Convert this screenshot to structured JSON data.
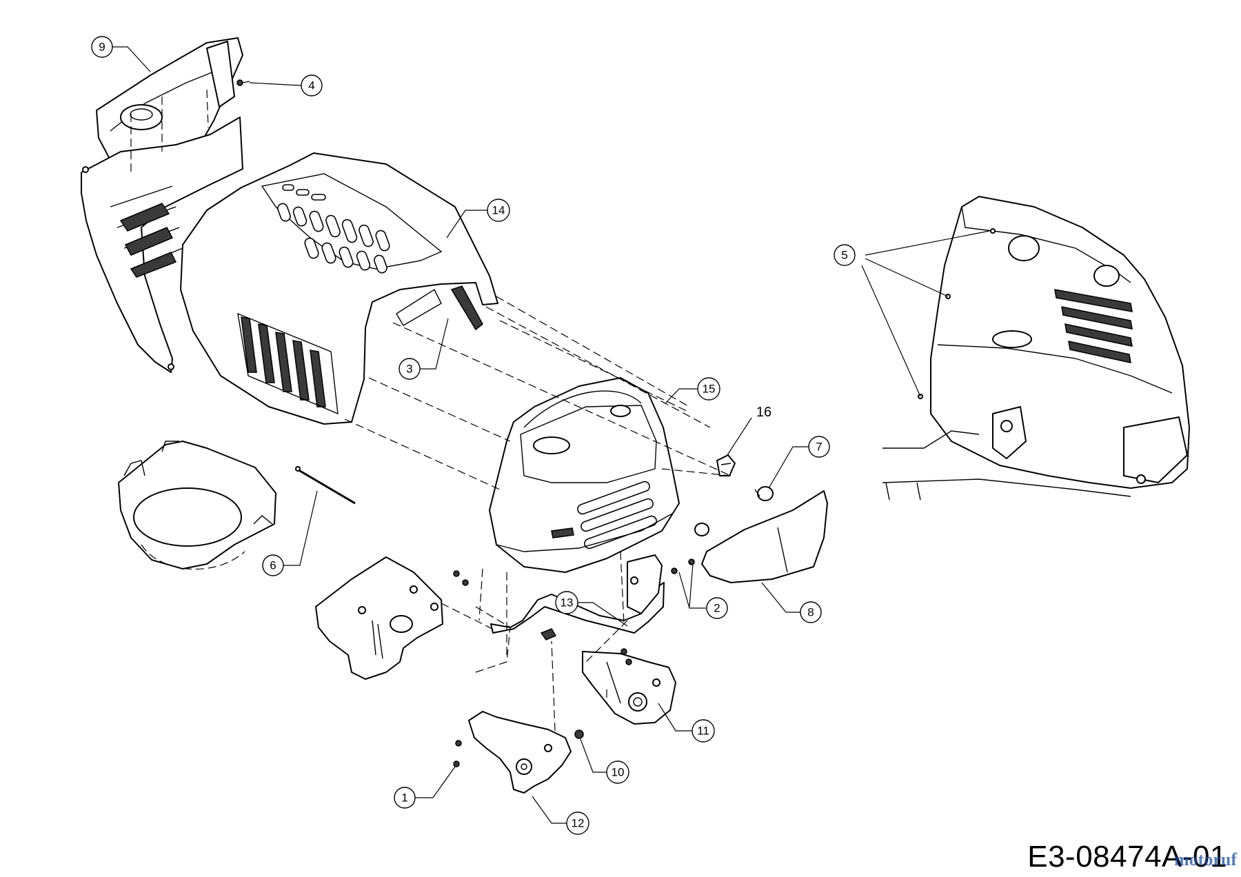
{
  "part_number": "E3-08474A-01",
  "watermark": "motoruf",
  "callouts": [
    {
      "id": "1",
      "label": "1"
    },
    {
      "id": "2",
      "label": "2"
    },
    {
      "id": "3",
      "label": "3"
    },
    {
      "id": "4",
      "label": "4"
    },
    {
      "id": "5",
      "label": "5"
    },
    {
      "id": "6",
      "label": "6"
    },
    {
      "id": "7",
      "label": "7"
    },
    {
      "id": "8",
      "label": "8"
    },
    {
      "id": "9",
      "label": "9"
    },
    {
      "id": "10",
      "label": "10"
    },
    {
      "id": "11",
      "label": "11"
    },
    {
      "id": "12",
      "label": "12"
    },
    {
      "id": "13",
      "label": "13"
    },
    {
      "id": "14",
      "label": "14"
    },
    {
      "id": "15",
      "label": "15"
    }
  ],
  "plain_labels": [
    {
      "id": "16",
      "label": "16"
    }
  ]
}
